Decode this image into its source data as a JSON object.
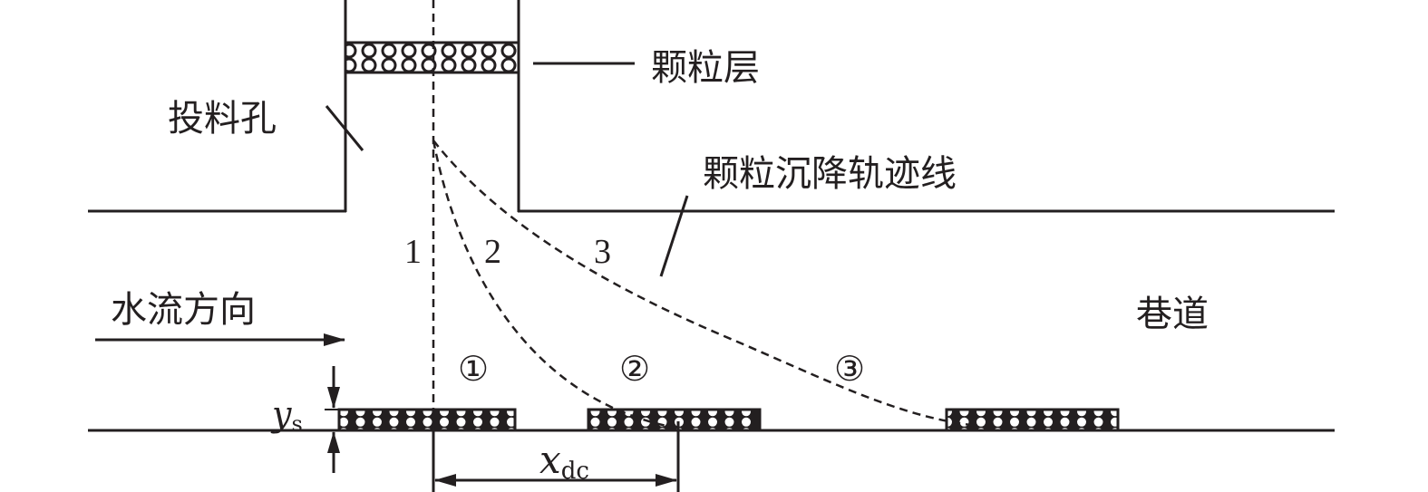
{
  "labels": {
    "particle_layer": "颗粒层",
    "feed_hole": "投料孔",
    "settling_trajectory": "颗粒沉降轨迹线",
    "flow_direction": "水流方向",
    "tunnel": "巷道",
    "traj_1": "1",
    "traj_2": "2",
    "traj_3": "3",
    "zone_1": "①",
    "zone_2": "②",
    "zone_3": "③",
    "ys_var": "y",
    "ys_sub": "s",
    "xdc_var": "x",
    "xdc_sub": "dc"
  },
  "colors": {
    "ink": "#231f20"
  }
}
